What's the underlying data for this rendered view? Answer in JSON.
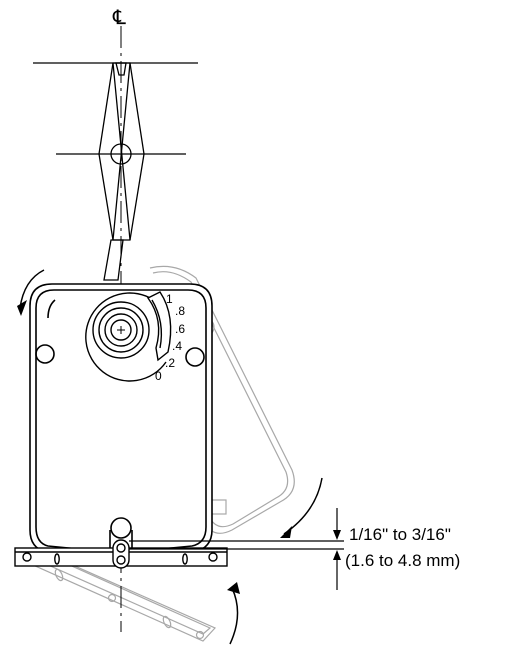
{
  "centerline_symbol": "℄",
  "scale_labels": [
    "1",
    ".8",
    ".6",
    ".4",
    ".2",
    "0"
  ],
  "dimension": {
    "line1": "1/16\" to 3/16\"",
    "line2": "(1.6 to 4.8 mm)"
  },
  "colors": {
    "ink": "#000000",
    "ghost": "#a8a8a8"
  }
}
